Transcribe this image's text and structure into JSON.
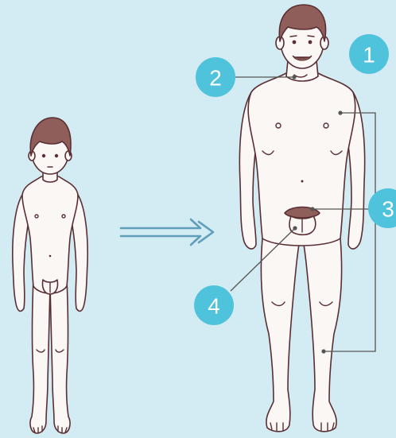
{
  "colors": {
    "background": "#d3ebf2",
    "badge": "#4fc3dc",
    "arrow": "#5f9fba",
    "outline": "#5a2f33",
    "hair": "#8f5e5a",
    "skin": "#fbf7f5",
    "leader": "#555555"
  },
  "figures": [
    {
      "name": "child"
    },
    {
      "name": "adult"
    }
  ],
  "markers": [
    {
      "label": "1"
    },
    {
      "label": "2"
    },
    {
      "label": "3"
    },
    {
      "label": "4"
    }
  ],
  "icons": [
    "arrow-right-icon"
  ]
}
